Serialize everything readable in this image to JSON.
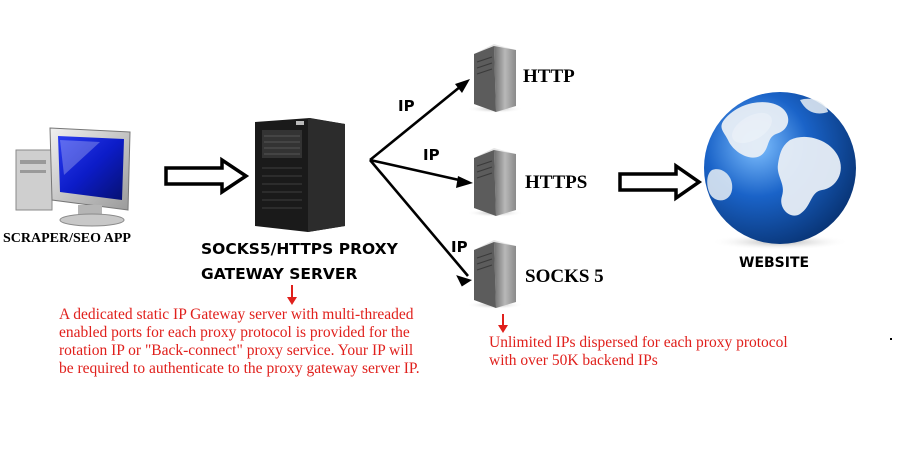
{
  "nodes": {
    "client_label": "SCRAPER/SEO APP",
    "gateway_label_line1": "SOCKS5/HTTPS PROXY",
    "gateway_label_line2": "GATEWAY SERVER",
    "http_label": "HTTP",
    "https_label": "HTTPS",
    "socks_label": "SOCKS 5",
    "website_label": "WEBSITE"
  },
  "edges": {
    "ip_label_http": "IP",
    "ip_label_https": "IP",
    "ip_label_socks": "IP"
  },
  "notes": {
    "gateway_note": [
      "A dedicated static IP Gateway server with multi-threaded",
      "enabled ports for each proxy protocol is provided for the",
      "rotation IP or  \"Back-connect\" proxy service. Your IP will",
      "be required to authenticate to the proxy gateway server IP."
    ],
    "backend_note": [
      "Unlimited IPs dispersed for each proxy protocol",
      "with over 50K backend IPs"
    ]
  },
  "colors": {
    "note_text": "#e0201c",
    "arrow": "#000000",
    "globe_ocean": "#1a63c8",
    "globe_land": "#e8eef5"
  }
}
